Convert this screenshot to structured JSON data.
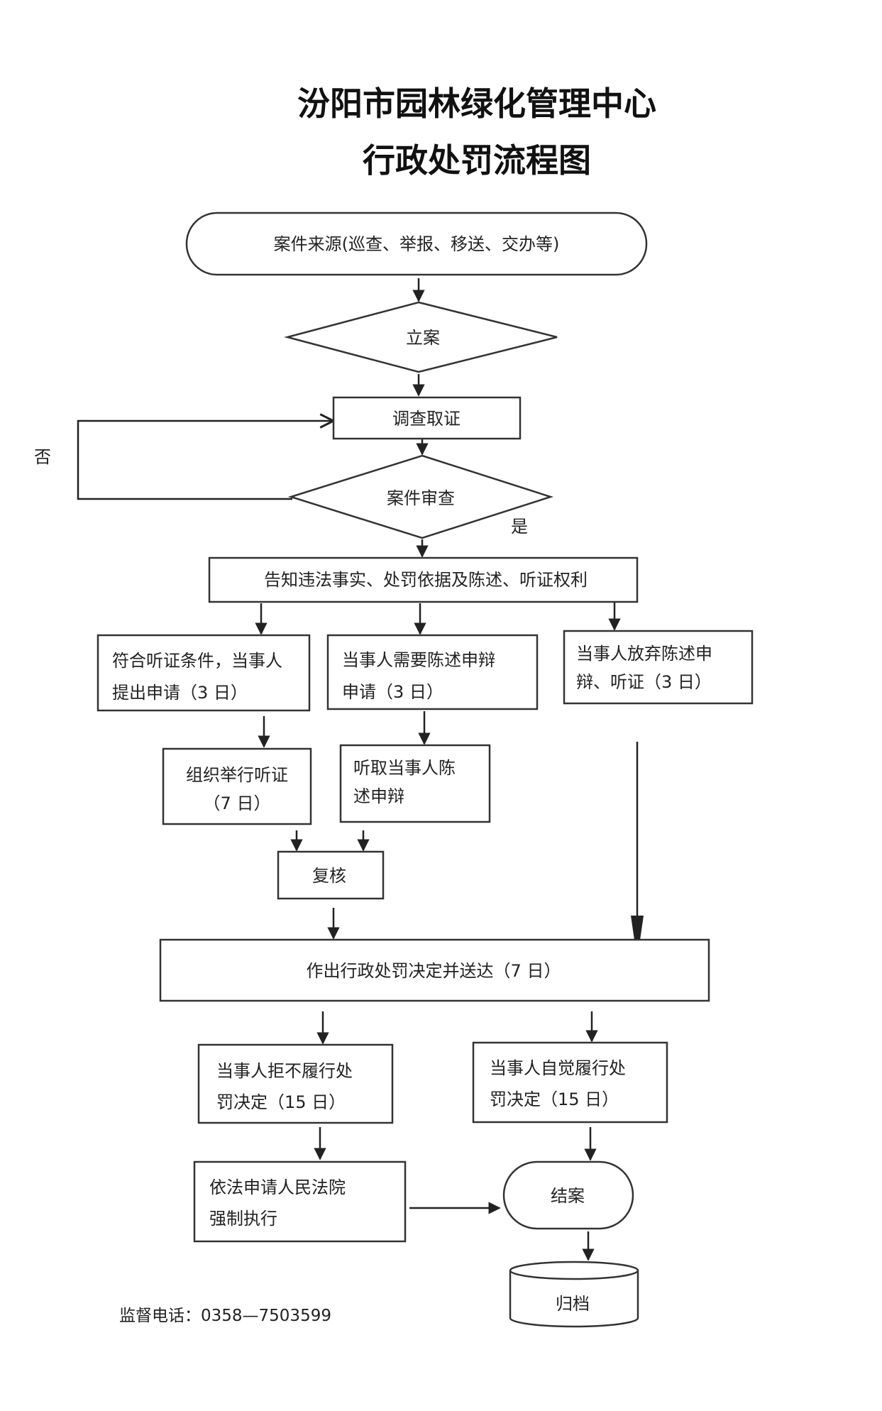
{
  "title": {
    "line1": "汾阳市园林绿化管理中心",
    "line2": "行政处罚流程图"
  },
  "nodes": {
    "source": {
      "lines": [
        "案件来源(巡查、举报、移送、交办等)"
      ]
    },
    "filing": {
      "lines": [
        "立案"
      ]
    },
    "investigate": {
      "lines": [
        "调查取证"
      ]
    },
    "review": {
      "lines": [
        "案件审查"
      ]
    },
    "notify": {
      "lines": [
        "告知违法事实、处罚依据及陈述、听证权利"
      ]
    },
    "hearing_req": {
      "lines": [
        "符合听证条件，当事人",
        "提出申请（3 日）"
      ]
    },
    "statement_req": {
      "lines": [
        "当事人需要陈述申辩",
        "申请（3 日）"
      ]
    },
    "waive": {
      "lines": [
        "当事人放弃陈述申",
        "辩、听证（3 日）"
      ]
    },
    "hold_hearing": {
      "lines": [
        "组织举行听证",
        "（7 日）"
      ]
    },
    "listen": {
      "lines": [
        "听取当事人陈",
        "述申辩"
      ]
    },
    "recheck": {
      "lines": [
        "复核"
      ]
    },
    "decision": {
      "lines": [
        "作出行政处罚决定并送达（7 日）"
      ]
    },
    "refuse": {
      "lines": [
        "当事人拒不履行处",
        "罚决定（15 日）"
      ]
    },
    "comply": {
      "lines": [
        "当事人自觉履行处",
        "罚决定（15 日）"
      ]
    },
    "court": {
      "lines": [
        "依法申请人民法院",
        "强制执行"
      ]
    },
    "close": {
      "lines": [
        "结案"
      ]
    },
    "archive": {
      "lines": [
        "归档"
      ]
    }
  },
  "labels": {
    "no": "否",
    "yes": "是"
  },
  "footer": {
    "supervision": "监督电话：0358—7503599"
  }
}
